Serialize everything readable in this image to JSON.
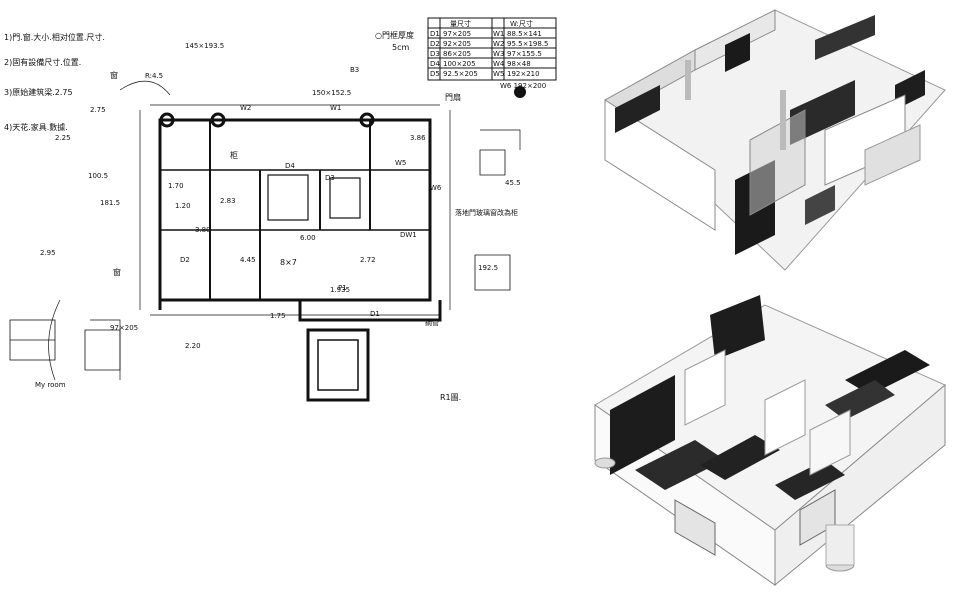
{
  "sketch": {
    "notes": [
      "1)門.窗.大小.相对位置.尺寸.",
      "2)固有設備尺寸.位置.",
      "3)原始建筑梁.2.75",
      "4)天花.家具.數據."
    ],
    "schedule": {
      "header_left": "量尺寸",
      "header_right": "W:尺寸",
      "rows": [
        [
          "D1",
          "97×205",
          "W1",
          "88.5×141"
        ],
        [
          "D2",
          "92×205",
          "W2",
          "95.5×198.5"
        ],
        [
          "D3",
          "86×205",
          "W3",
          "97×155.5"
        ],
        [
          "D4",
          "100×205",
          "W4",
          "98×48"
        ],
        [
          "D5",
          "92.5×205",
          "W5",
          "192×210"
        ]
      ],
      "footer": "W6 192×200"
    },
    "labels": {
      "legend_note": "○門框厚度",
      "legend_note_2": "5cm",
      "door_ref": "門扇",
      "signature": "R1圖.",
      "kitchen_note": "落地門玻璃窗改為柜",
      "pipe_note": "鋼管",
      "window_note": "窗",
      "dimension_main": "8×7",
      "dim_a": "4.45",
      "dim_b": "6.00",
      "dim_c": "2.72",
      "dim_d": "1.935",
      "dim_e": "2.83",
      "dim_f": "1.70",
      "dim_g": "2.75",
      "dim_h": "3.86",
      "dim_i": "2.25",
      "dim_j": "2.20",
      "dim_k": "1.75",
      "dim_l": "97×205",
      "dim_m": "192.5",
      "dim_n": "145×193.5",
      "dim_o": "150×152.5",
      "dim_p": "B3",
      "dim_q": "P1",
      "dim_r": "D1",
      "dim_s": "W1",
      "dim_t": "W2",
      "dim_u": "W5",
      "dim_v": "W6",
      "dim_w": "D2",
      "dim_x": "D3",
      "dim_y": "D4",
      "dim_z": "DW1",
      "aux_1": "My room",
      "aux_2": "100.5",
      "aux_3": "181.5",
      "aux_4": "45.5",
      "aux_5": "R:4.5",
      "aux_6": "窗",
      "aux_7": "柜",
      "aux_8": "2.95",
      "aux_9": "1.20",
      "aux_10": "3.80"
    }
  },
  "renders": {
    "top_caption": "",
    "bottom_caption": ""
  }
}
